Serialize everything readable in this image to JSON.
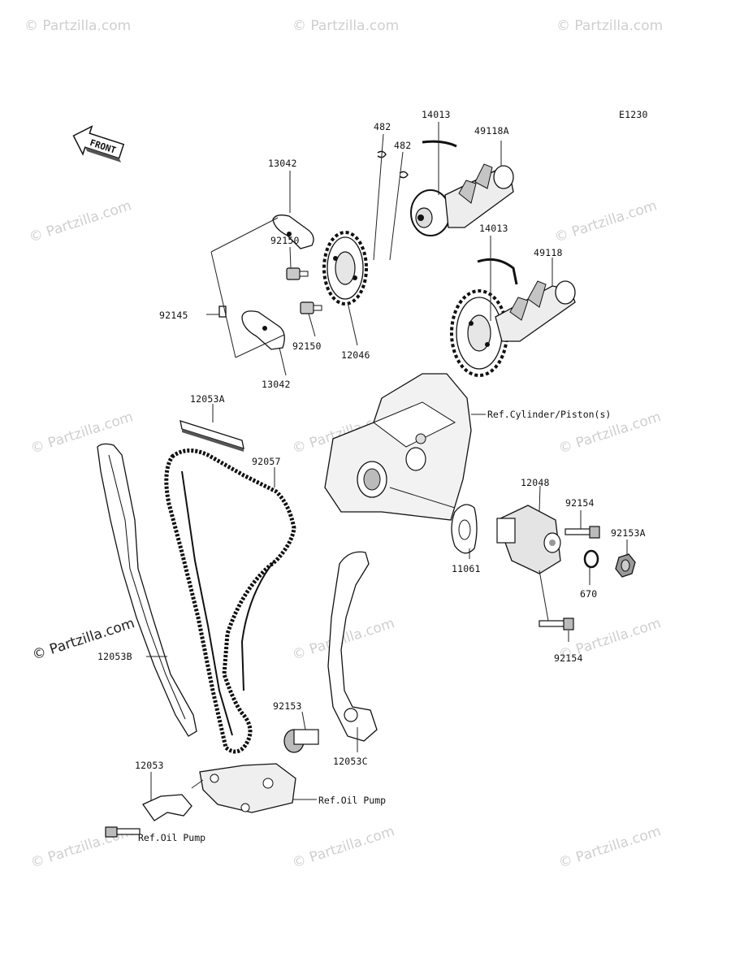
{
  "diagram_code": "E1230",
  "front_label": "FRONT",
  "watermark": "© Partzilla.com",
  "parts": {
    "p13042_top": "13042",
    "p13042_bottom": "13042",
    "p482_a": "482",
    "p482_b": "482",
    "p14013_top": "14013",
    "p14013_mid": "14013",
    "p49118A": "49118A",
    "p49118": "49118",
    "p92150_top": "92150",
    "p92150_bottom": "92150",
    "p92145": "92145",
    "p12046": "12046",
    "p12053A": "12053A",
    "p92057": "92057",
    "p12048": "12048",
    "p92154_top": "92154",
    "p92153A": "92153A",
    "p11061": "11061",
    "p670": "670",
    "p92154_bottom": "92154",
    "p12053B": "12053B",
    "p92153": "92153",
    "p12053C": "12053C",
    "p12053": "12053"
  },
  "refs": {
    "cylinder": "Ref.Cylinder/Piston(s)",
    "oil_pump_right": "Ref.Oil Pump",
    "oil_pump_left": "Ref.Oil Pump"
  }
}
